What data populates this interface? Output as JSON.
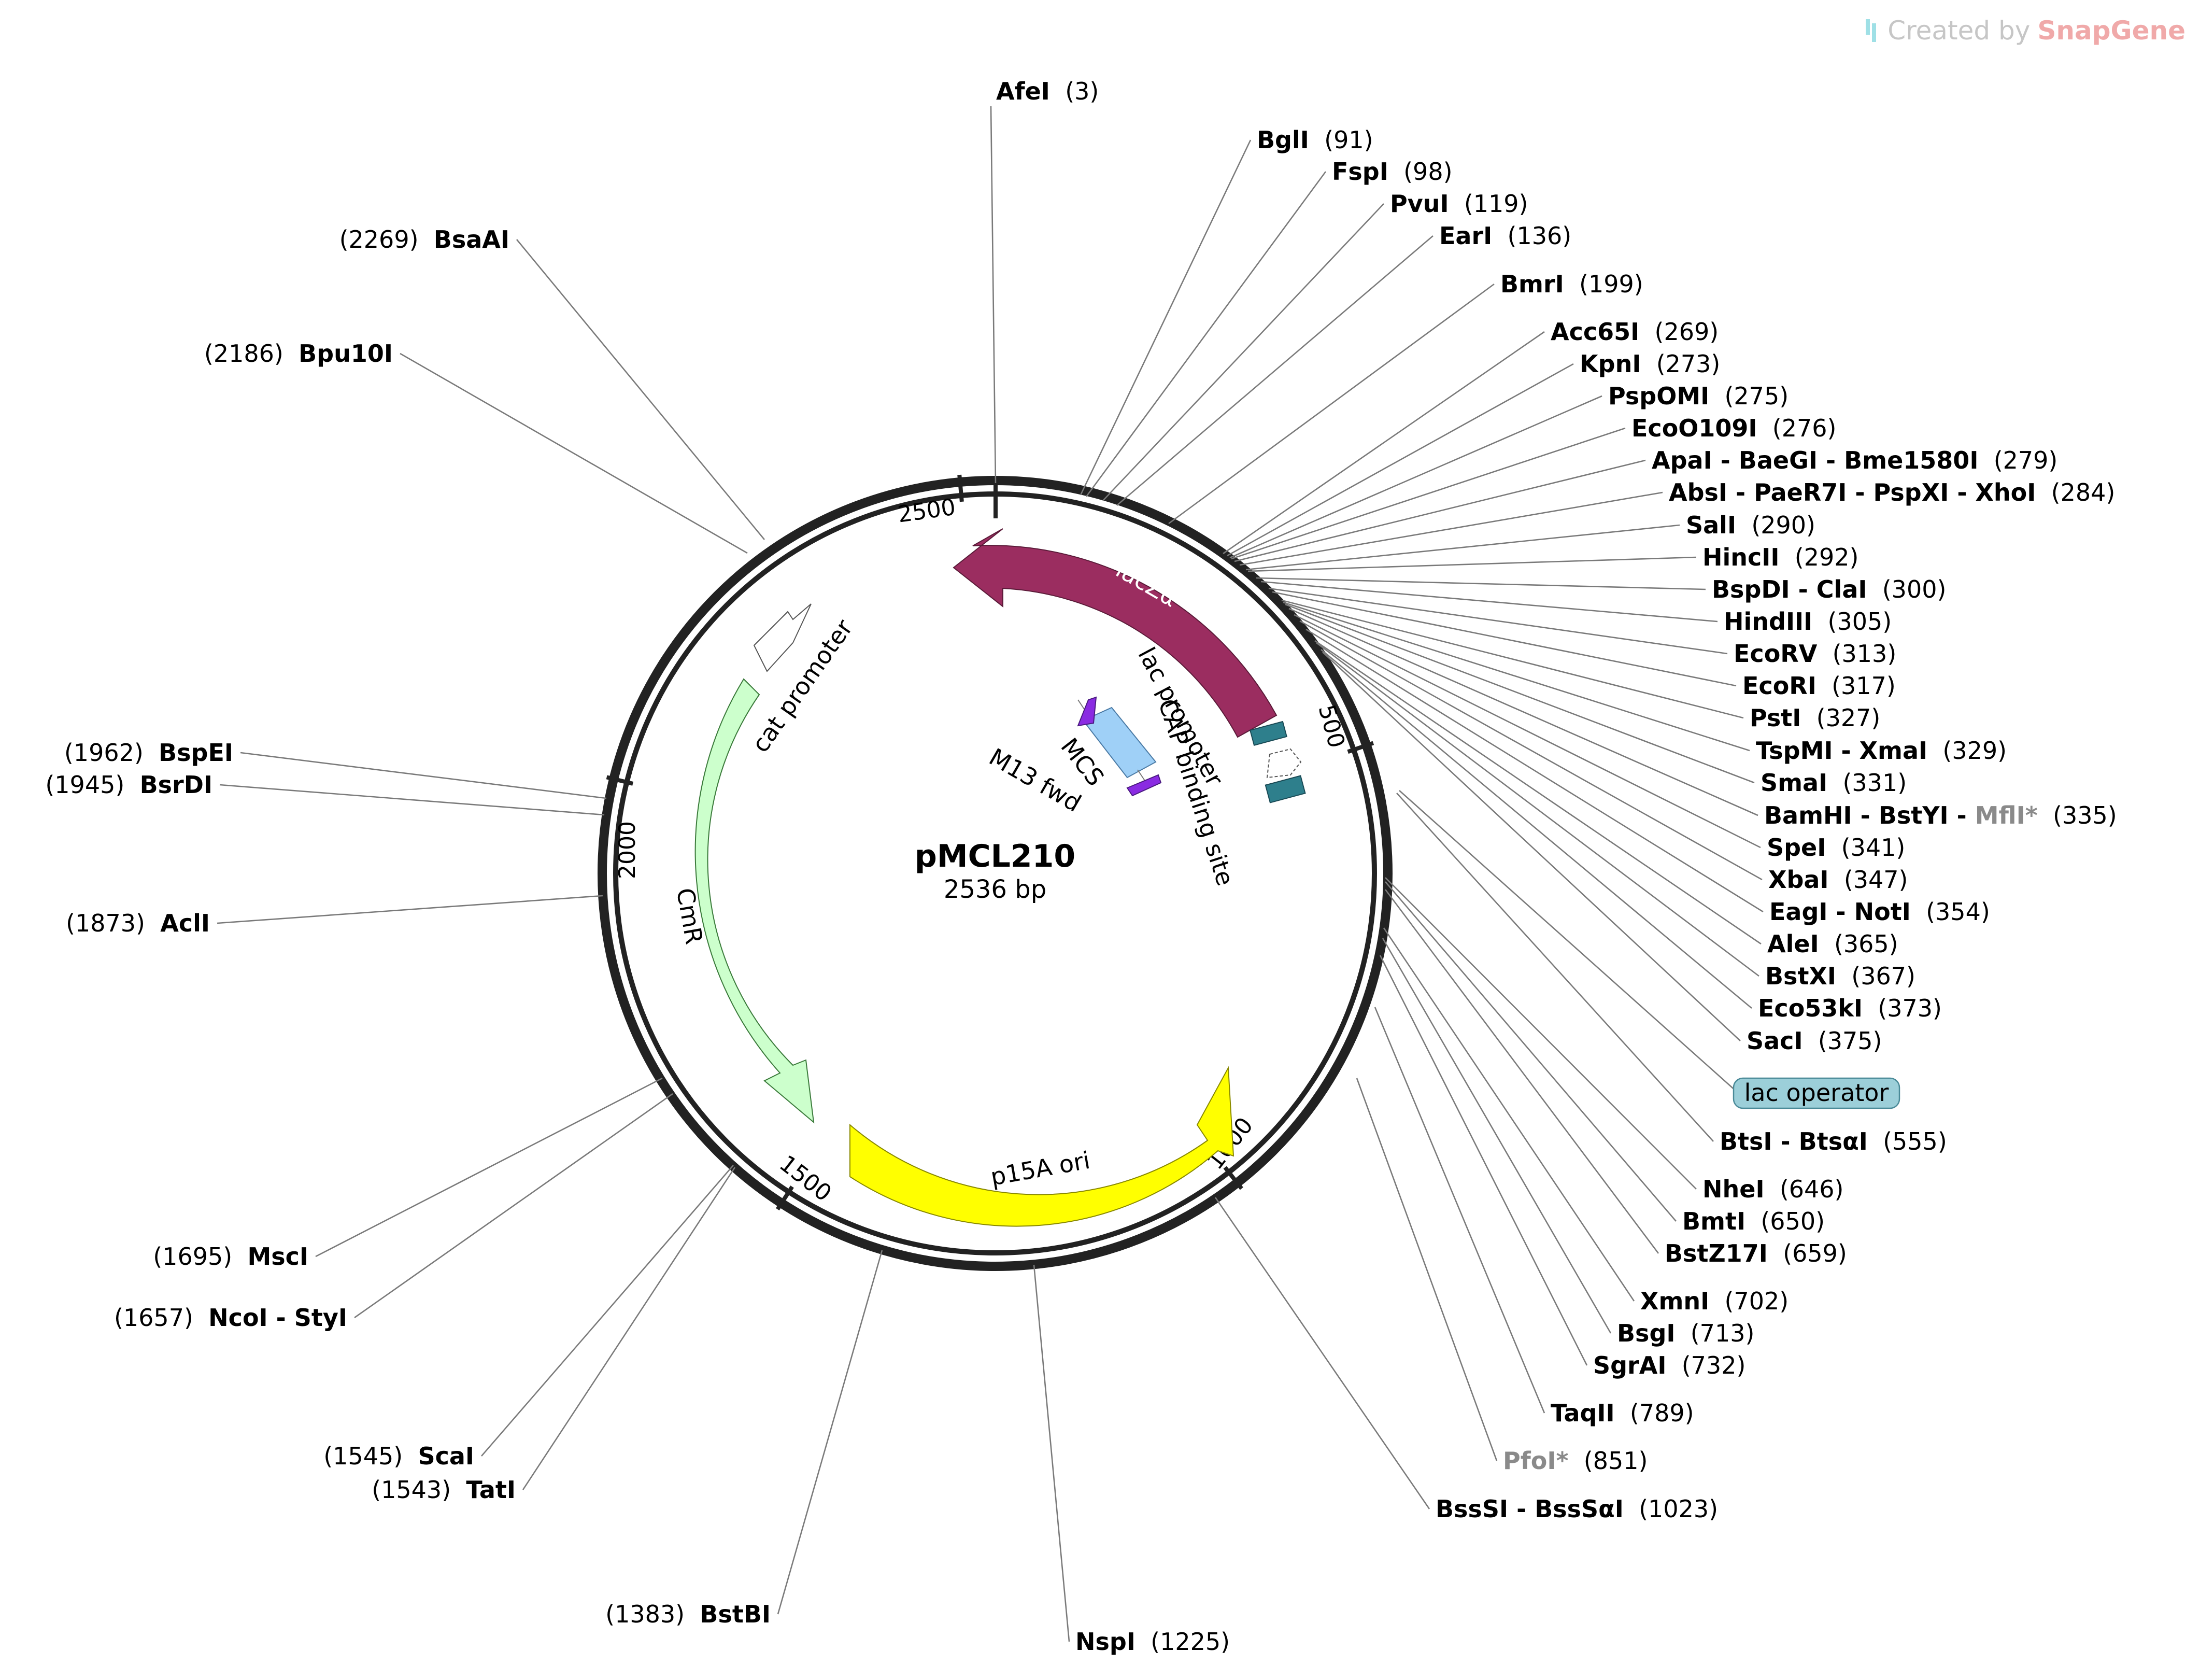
{
  "watermark": {
    "prefix": "Created by",
    "brand": "SnapGene"
  },
  "plasmid": {
    "name": "pMCL210",
    "size_label": "2536 bp",
    "length": 2536
  },
  "ticks": [
    {
      "bp": 500,
      "label": "500"
    },
    {
      "bp": 1000,
      "label": "1000"
    },
    {
      "bp": 1500,
      "label": "1500"
    },
    {
      "bp": 2000,
      "label": "2000"
    },
    {
      "bp": 2500,
      "label": "2500"
    }
  ],
  "features": [
    {
      "id": "lacz",
      "label": "lacZα",
      "color": "#9b2d60",
      "text_color": "#ffffff"
    },
    {
      "id": "p15a",
      "label": "p15A ori",
      "color": "#ffff00",
      "text_color": "#000000"
    },
    {
      "id": "cmr",
      "label": "CmR",
      "color": "#ccffcc",
      "text_color": "#000000"
    },
    {
      "id": "cat",
      "label": "cat promoter",
      "color": "#ffffff",
      "text_color": "#000000"
    },
    {
      "id": "lacp",
      "label": "lac promoter",
      "color": "#ffffff",
      "text_color": "#000000"
    },
    {
      "id": "cap",
      "label": "CAP binding site",
      "color": "#2e7f8c",
      "text_color": "#000000"
    },
    {
      "id": "mcs",
      "label": "MCS",
      "color": "#9fd0f7",
      "text_color": "#000000"
    },
    {
      "id": "m13",
      "label": "M13 fwd",
      "color": "#8a2be2",
      "text_color": "#000000"
    },
    {
      "id": "lacop",
      "label": "lac operator",
      "color": "#9ccfd9",
      "text_color": "#000000"
    }
  ],
  "sites": [
    {
      "name": "AfeI",
      "pos": "(3)"
    },
    {
      "name": "BglI",
      "pos": "(91)"
    },
    {
      "name": "FspI",
      "pos": "(98)"
    },
    {
      "name": "PvuI",
      "pos": "(119)"
    },
    {
      "name": "EarI",
      "pos": "(136)"
    },
    {
      "name": "BmrI",
      "pos": "(199)"
    },
    {
      "name": "Acc65I",
      "pos": "(269)"
    },
    {
      "name": "KpnI",
      "pos": "(273)"
    },
    {
      "name": "PspOMI",
      "pos": "(275)"
    },
    {
      "name": "EcoO109I",
      "pos": "(276)"
    },
    {
      "name": "ApaI - BaeGI - Bme1580I",
      "pos": "(279)"
    },
    {
      "name": "AbsI - PaeR7I - PspXI - XhoI",
      "pos": "(284)"
    },
    {
      "name": "SalI",
      "pos": "(290)"
    },
    {
      "name": "HincII",
      "pos": "(292)"
    },
    {
      "name": "BspDI - ClaI",
      "pos": "(300)"
    },
    {
      "name": "HindIII",
      "pos": "(305)"
    },
    {
      "name": "EcoRV",
      "pos": "(313)"
    },
    {
      "name": "EcoRI",
      "pos": "(317)"
    },
    {
      "name": "PstI",
      "pos": "(327)"
    },
    {
      "name": "TspMI - XmaI",
      "pos": "(329)"
    },
    {
      "name": "SmaI",
      "pos": "(331)"
    },
    {
      "name": "BamHI - BstYI - ",
      "name_dim": "MflI*",
      "pos": "(335)"
    },
    {
      "name": "SpeI",
      "pos": "(341)"
    },
    {
      "name": "XbaI",
      "pos": "(347)"
    },
    {
      "name": "EagI - NotI",
      "pos": "(354)"
    },
    {
      "name": "AleI",
      "pos": "(365)"
    },
    {
      "name": "BstXI",
      "pos": "(367)"
    },
    {
      "name": "Eco53kI",
      "pos": "(373)"
    },
    {
      "name": "SacI",
      "pos": "(375)"
    },
    {
      "name": "BtsI - BtsαI",
      "pos": "(555)"
    },
    {
      "name": "NheI",
      "pos": "(646)"
    },
    {
      "name": "BmtI",
      "pos": "(650)"
    },
    {
      "name": "BstZ17I",
      "pos": "(659)"
    },
    {
      "name": "XmnI",
      "pos": "(702)"
    },
    {
      "name": "BsgI",
      "pos": "(713)"
    },
    {
      "name": "SgrAI",
      "pos": "(732)"
    },
    {
      "name": "TaqII",
      "pos": "(789)"
    },
    {
      "name": "",
      "name_dim": "PfoI*",
      "pos": "(851)"
    },
    {
      "name": "BssSI - BssSαI",
      "pos": "(1023)"
    },
    {
      "name": "NspI",
      "pos": "(1225)"
    },
    {
      "name": "BstBI",
      "pos": "(1383)"
    },
    {
      "name": "TatI",
      "pos": "(1543)"
    },
    {
      "name": "ScaI",
      "pos": "(1545)"
    },
    {
      "name": "NcoI - StyI",
      "pos": "(1657)"
    },
    {
      "name": "MscI",
      "pos": "(1695)"
    },
    {
      "name": "AclI",
      "pos": "(1873)"
    },
    {
      "name": "BsrDI",
      "pos": "(1945)"
    },
    {
      "name": "BspEI",
      "pos": "(1962)"
    },
    {
      "name": "Bpu10I",
      "pos": "(2186)"
    },
    {
      "name": "BsaAI",
      "pos": "(2269)"
    }
  ]
}
